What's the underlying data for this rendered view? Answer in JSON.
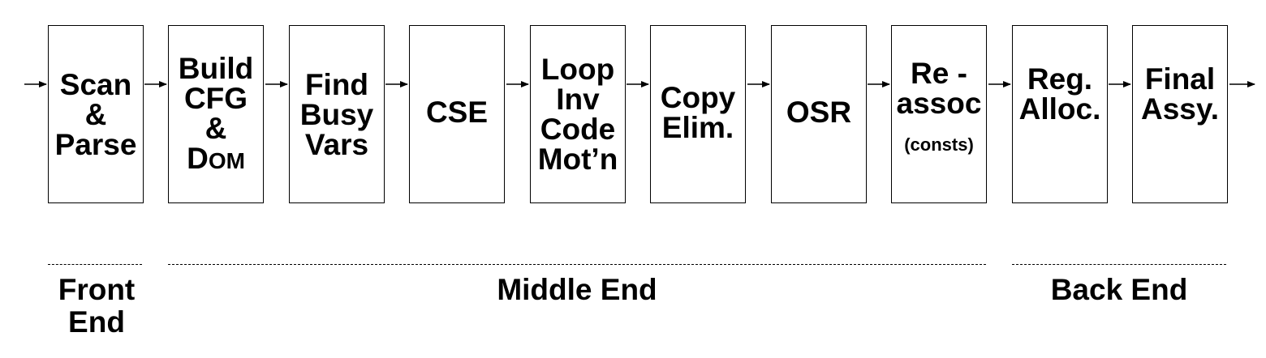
{
  "stages": [
    {
      "lines": [
        "Scan",
        "&",
        "Parse"
      ]
    },
    {
      "lines": [
        "Build",
        "CFG",
        "&"
      ],
      "dom": {
        "first": "D",
        "rest": "OM"
      }
    },
    {
      "lines": [
        "Find",
        "Busy",
        "Vars"
      ]
    },
    {
      "lines": [
        "CSE"
      ]
    },
    {
      "lines": [
        "Loop",
        "Inv",
        "Code",
        "Mot’n"
      ]
    },
    {
      "lines": [
        "Copy",
        "Elim."
      ]
    },
    {
      "lines": [
        "OSR"
      ]
    },
    {
      "lines": [
        "Re -",
        "assoc"
      ],
      "note": "(consts)"
    },
    {
      "lines": [
        "Reg.",
        "Alloc."
      ]
    },
    {
      "lines": [
        "Final",
        "Assy."
      ]
    }
  ],
  "sections": [
    {
      "label_lines": [
        "Front",
        "End"
      ]
    },
    {
      "label_lines": [
        "Middle End"
      ]
    },
    {
      "label_lines": [
        "Back End"
      ]
    }
  ],
  "colors": {
    "stroke": "#000000",
    "background": "#ffffff"
  }
}
